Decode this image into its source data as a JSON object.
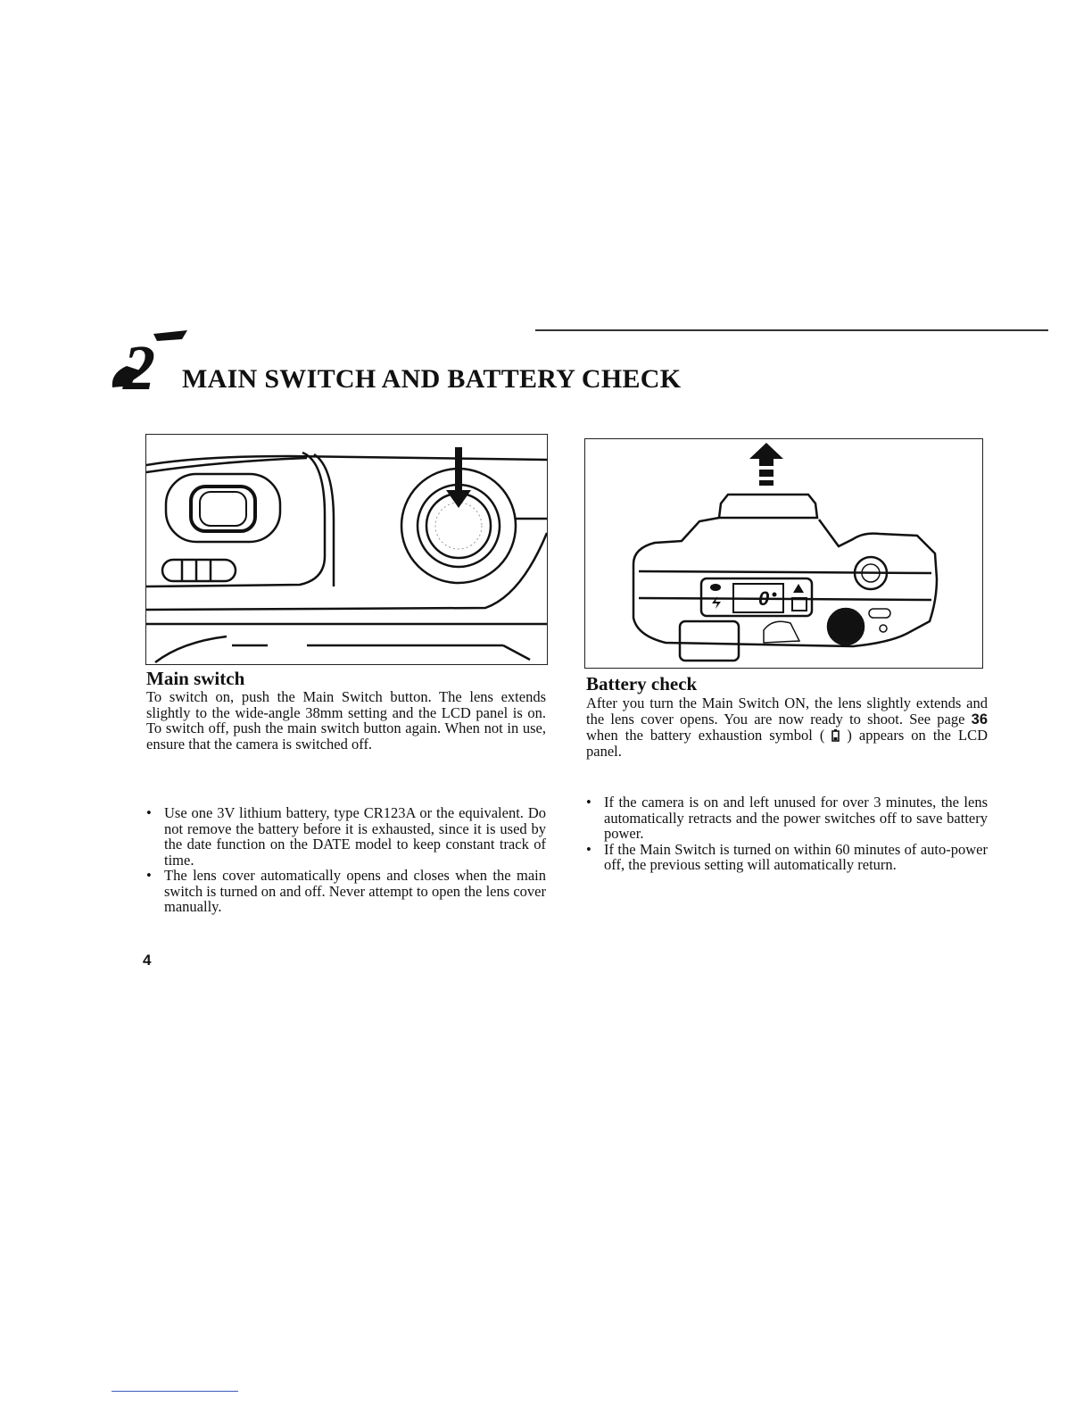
{
  "header": {
    "section_number": "2",
    "title": "MAIN SWITCH AND BATTERY CHECK"
  },
  "main_switch": {
    "heading": "Main switch",
    "body": "To switch on, push the Main Switch button. The lens extends slightly to the wide-angle 38mm setting and the LCD panel is on.  To switch off, push the main switch button again. When not in use, ensure that the camera is switched off.",
    "bullets": [
      "Use one 3V lithium battery, type CR123A or the equivalent. Do not remove the battery before it is exhausted, since it is used by the date function on the DATE model to keep constant track of time.",
      "The lens cover automatically opens and closes when the main switch is turned on and off. Never attempt to open the lens cover manually."
    ]
  },
  "battery_check": {
    "heading": "Battery check",
    "body_before": "After you turn the Main Switch ON, the lens slightly extends and the lens cover opens. You are now ready to shoot. See page ",
    "page_ref": "36",
    "body_middle": " when the battery exhaustion symbol ( ",
    "symbol_icon": "battery-icon",
    "body_after": " ) appears on the LCD panel.",
    "bullets": [
      "If the camera is on and left unused for over 3 minutes, the lens automatically retracts and the power switches off to save battery power.",
      "If the Main Switch is turned on within 60 minutes of auto-power off, the previous setting will automatically return."
    ]
  },
  "figure_right": {
    "lcd_counter": "0"
  },
  "footer": {
    "page_number": "4"
  }
}
